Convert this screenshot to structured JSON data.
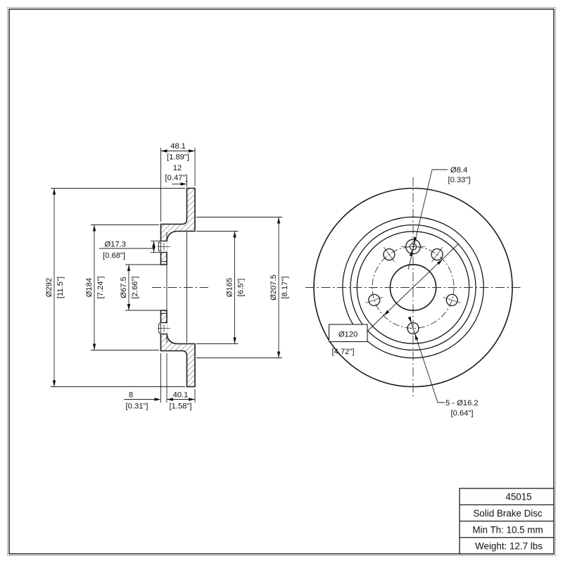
{
  "title_block": {
    "part_number": "45015",
    "product_name": "Solid Brake Disc",
    "min_thickness": "Min Th: 10.5 mm",
    "weight": "Weight: 12.7 lbs"
  },
  "dims": {
    "overall_width": {
      "mm": "48.1",
      "inch": "[1.89\"]"
    },
    "disc_thickness": {
      "mm": "12",
      "inch": "[0.47\"]"
    },
    "outer_diameter": {
      "mm": "Ø292",
      "inch": "[11.5\"]"
    },
    "hat_outer_diameter": {
      "mm": "Ø184",
      "inch": "[7.24\"]"
    },
    "mount_hole_section": {
      "mm": "Ø17.3",
      "inch": "[0.68\"]"
    },
    "center_bore": {
      "mm": "Ø67.5",
      "inch": "[2.66\"]"
    },
    "hat_inner_diameter": {
      "mm": "Ø165",
      "inch": "[6.5\"]"
    },
    "friction_inner_diameter": {
      "mm": "Ø207.5",
      "inch": "[8.17\"]"
    },
    "mount_face_thickness": {
      "mm": "8",
      "inch": "[0.31\"]"
    },
    "hat_depth": {
      "mm": "40.1",
      "inch": "[1.58\"]"
    },
    "set_screw_hole": {
      "mm": "Ø8.4",
      "inch": "[0.33\"]"
    },
    "bolt_circle": {
      "mm": "Ø120",
      "inch": "[4.72\"]"
    },
    "lug_holes": {
      "mm": "5 - Ø16.2",
      "inch": "[0.64\"]"
    }
  }
}
